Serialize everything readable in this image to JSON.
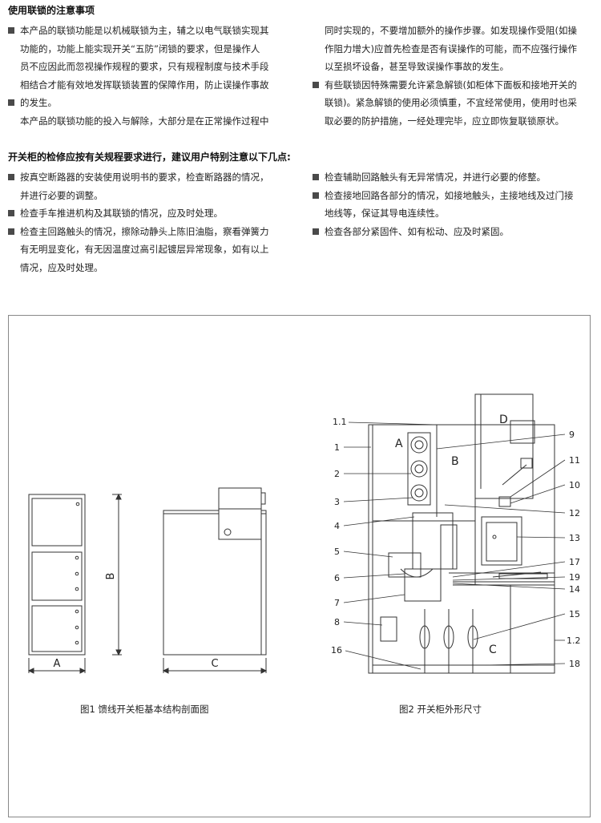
{
  "interlock": {
    "heading": "使用联锁的注意事项",
    "left": [
      {
        "bullet": true,
        "text": "本产品的联锁功能是以机械联锁为主，辅之以电气联锁实现其"
      },
      {
        "bullet": false,
        "text": "功能的，功能上能实现开关“五防”闭锁的要求，但是操作人"
      },
      {
        "bullet": false,
        "text": "员不应因此而忽视操作规程的要求，只有规程制度与技术手段"
      },
      {
        "bullet": false,
        "text": "相结合才能有效地发挥联锁装置的保障作用，防止误操作事故"
      },
      {
        "bullet": true,
        "text": "的发生。"
      },
      {
        "bullet": false,
        "text": "本产品的联锁功能的投入与解除，大部分是在正常操作过程中"
      }
    ],
    "right": [
      {
        "bullet": false,
        "text": "同时实现的，不要增加额外的操作步骤。如发现操作受阻(如操"
      },
      {
        "bullet": false,
        "text": "作阻力增大)应首先检查是否有误操作的可能，而不应强行操作"
      },
      {
        "bullet": false,
        "text": "以至损坏设备，甚至导致误操作事故的发生。"
      },
      {
        "bullet": true,
        "text": "有些联锁因特殊需要允许紧急解锁(如柜体下面板和接地开关的"
      },
      {
        "bullet": false,
        "text": "联锁)。紧急解锁的使用必须慎重，不宜经常使用，使用时也采"
      },
      {
        "bullet": false,
        "text": "取必要的防护措施，一经处理完毕，应立即恢复联锁原状。"
      }
    ]
  },
  "maintenance": {
    "heading": "开关柜的检修应按有关规程要求进行，建议用户特别注意以下几点:",
    "left": [
      {
        "bullet": true,
        "text": "按真空断路器的安装使用说明书的要求，检查断路器的情况，"
      },
      {
        "bullet": false,
        "text": "并进行必要的调整。"
      },
      {
        "bullet": true,
        "text": "检查手车推进机构及其联锁的情况，应及时处理。"
      },
      {
        "bullet": true,
        "text": "检查主回路触头的情况，擦除动静头上陈旧油脂，察看弹簧力"
      },
      {
        "bullet": false,
        "text": "有无明显变化，有无因温度过高引起镀层异常现象，如有以上"
      },
      {
        "bullet": false,
        "text": "情况，应及时处理。"
      }
    ],
    "right": [
      {
        "bullet": true,
        "text": "检查辅助回路触头有无异常情况，并进行必要的修整。"
      },
      {
        "bullet": true,
        "text": "检查接地回路各部分的情况，如接地触头，主接地线及过门接"
      },
      {
        "bullet": false,
        "text": "地线等，保证其导电连续性。"
      },
      {
        "bullet": true,
        "text": "检查各部分紧固件、如有松动、应及时紧固。"
      }
    ]
  },
  "figure1": {
    "caption": "图1 馈线开关柜基本结构剖面图",
    "dim_a": "A",
    "dim_b": "B",
    "dim_c": "C"
  },
  "figure2": {
    "caption": "图2 开关柜外形尺寸",
    "compartments": [
      "A",
      "B",
      "C",
      "D"
    ],
    "labels_left": [
      "1.1",
      "1",
      "2",
      "3",
      "4",
      "5",
      "6",
      "7",
      "8",
      "16"
    ],
    "labels_right": [
      "9",
      "11",
      "10",
      "12",
      "13",
      "17",
      "19",
      "14",
      "15",
      "1.2",
      "18"
    ]
  }
}
